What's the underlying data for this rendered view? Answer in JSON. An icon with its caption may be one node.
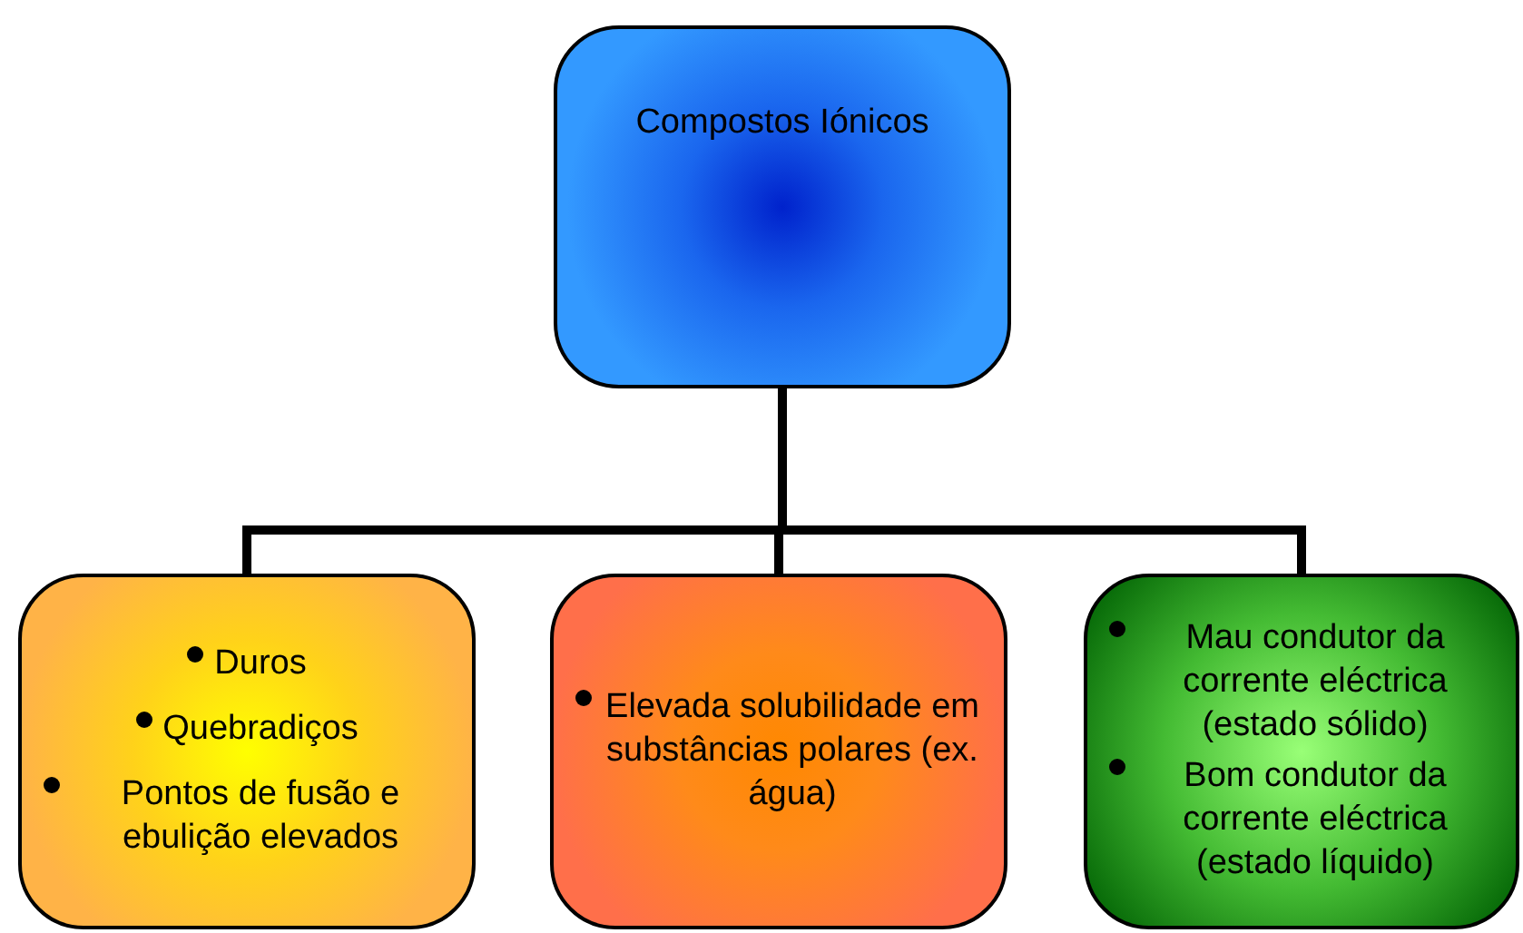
{
  "diagram": {
    "nodes": [
      {
        "text": [
          "Compostos Iónicos"
        ]
      },
      {
        "text": [
          "Duros",
          "Quebradiços",
          "Pontos de fusão e ebulição elevados"
        ]
      },
      {
        "text": [
          "Elevada solubilidade em substâncias polares (ex. água)"
        ]
      },
      {
        "text": [
          "Mau condutor da corrente eléctrica (estado sólido)",
          "Bom condutor da corrente eléctrica (estado líquido)"
        ]
      }
    ],
    "edges": [
      {
        "from": 0,
        "to": 1,
        "arrow": "none"
      },
      {
        "from": 0,
        "to": 2,
        "arrow": "none"
      },
      {
        "from": 0,
        "to": 3,
        "arrow": "none"
      }
    ]
  }
}
